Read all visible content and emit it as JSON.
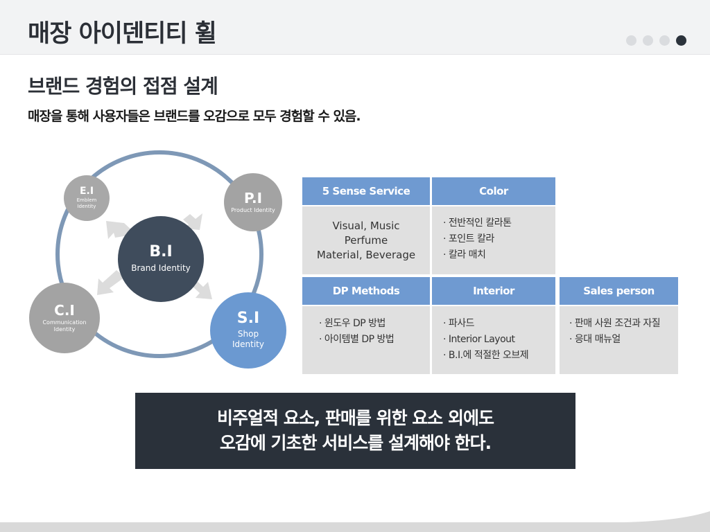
{
  "header": {
    "title": "매장 아이덴티티 휠",
    "pagination": {
      "total": 4,
      "active": 4
    }
  },
  "section": {
    "title": "브랜드 경험의 접점 설계",
    "subtitle": "매장을 통해 사용자들은 브랜드를 오감으로 모두 경험할 수 있음."
  },
  "diagram": {
    "center": {
      "abbr": "B.I",
      "full": "Brand Identity"
    },
    "emblem": {
      "abbr": "E.I",
      "full": "Emblem Identity"
    },
    "product": {
      "abbr": "P.I",
      "full": "Product Identity"
    },
    "communication": {
      "abbr": "C.I",
      "full": "Communication Identity"
    },
    "shop": {
      "abbr": "S.I",
      "full": "Shop Identity"
    },
    "colors": {
      "ring": "#7e98b6",
      "center": "#3f4c5c",
      "gray": "#a3a3a3",
      "accent": "#6b99d1"
    }
  },
  "table": {
    "five_sense": {
      "header": "5 Sense Service",
      "lines": [
        "Visual, Music",
        "Perfume",
        "Material, Beverage"
      ]
    },
    "color": {
      "header": "Color",
      "items": [
        "전반적인 칼라톤",
        "포인트 칼라",
        "칼라 매치"
      ]
    },
    "dp_methods": {
      "header": "DP Methods",
      "items": [
        "윈도우 DP 방법",
        "아이템별 DP 방법"
      ]
    },
    "interior": {
      "header": "Interior",
      "items": [
        "파사드",
        "Interior Layout",
        "B.I.에 적절한 오브제"
      ]
    },
    "sales_person": {
      "header": "Sales person",
      "items": [
        "판매 사원 조건과 자질",
        "응대 매뉴얼"
      ]
    }
  },
  "conclusion": {
    "line1": "비주얼적 요소, 판매를 위한 요소 외에도",
    "line2": "오감에 기초한 서비스를 설계해야 한다."
  }
}
